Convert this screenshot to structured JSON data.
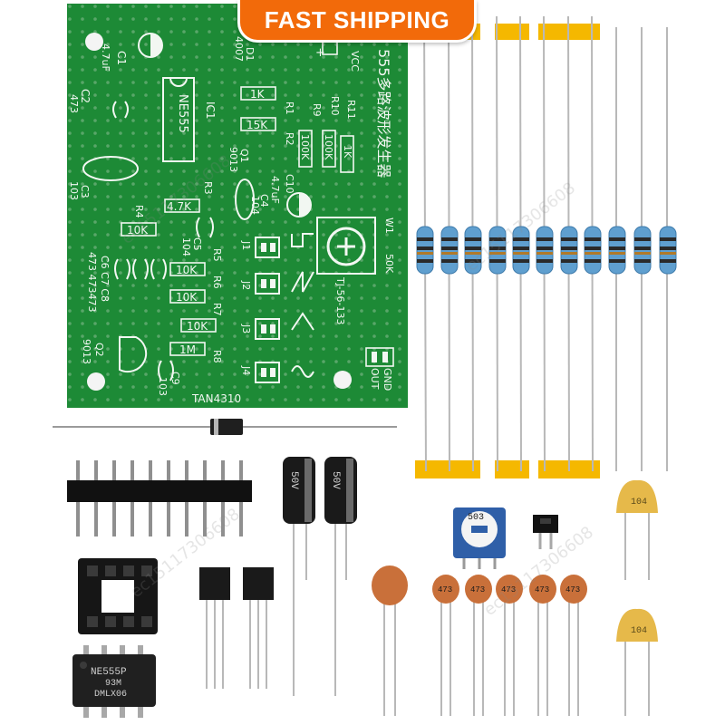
{
  "banner": {
    "text": "FAST SHIPPING"
  },
  "board": {
    "chinese_title": "555多路波形发生器",
    "model": "TAN4310",
    "ic_label": "NE555",
    "ic_ref": "IC1",
    "refs": [
      "C1",
      "C2",
      "C3",
      "C4",
      "C5",
      "C6",
      "C7",
      "C8",
      "C9",
      "C10",
      "R1",
      "R2",
      "R3",
      "R4",
      "R5",
      "R6",
      "R7",
      "R8",
      "R9",
      "R10",
      "R11",
      "Q1",
      "Q2",
      "D1",
      "W1",
      "J1",
      "J2",
      "J3",
      "J4"
    ],
    "values": {
      "c1": "4.7uF",
      "c2": "473",
      "c3": "103",
      "c4": "104",
      "c5": "104",
      "c678": "473 473473",
      "c9": "103",
      "c10": "4.7uF",
      "r1": "1K",
      "r2": "15K",
      "r3": "4.7K",
      "r4": "10K",
      "r5": "10K",
      "r6": "10K",
      "r7": "10K",
      "r8": "1M",
      "r9": "100K",
      "r10": "100K",
      "r11": "1K",
      "q1": "9013",
      "q2": "9013",
      "d1": "4007",
      "w1": "50K",
      "pot": "TJ-56-133",
      "vcc": "VCC",
      "out": "OUT",
      "gnd": "GND"
    }
  },
  "parts": {
    "capacitor_voltage": "50V",
    "ceramic_code": "473",
    "large_ceramic_code": "104",
    "pot_code": "503",
    "chip_lines": [
      "NE555P",
      "93M",
      "DMLX06"
    ]
  },
  "watermark": "ec15117306608",
  "colors": {
    "banner": "#f26a0a",
    "pcb": "#1d8a36",
    "silkscreen": "#f2f7f2",
    "resistor_body": "#5f9fcf",
    "ceramic": "#c9703a",
    "tape": "#f5b800"
  }
}
